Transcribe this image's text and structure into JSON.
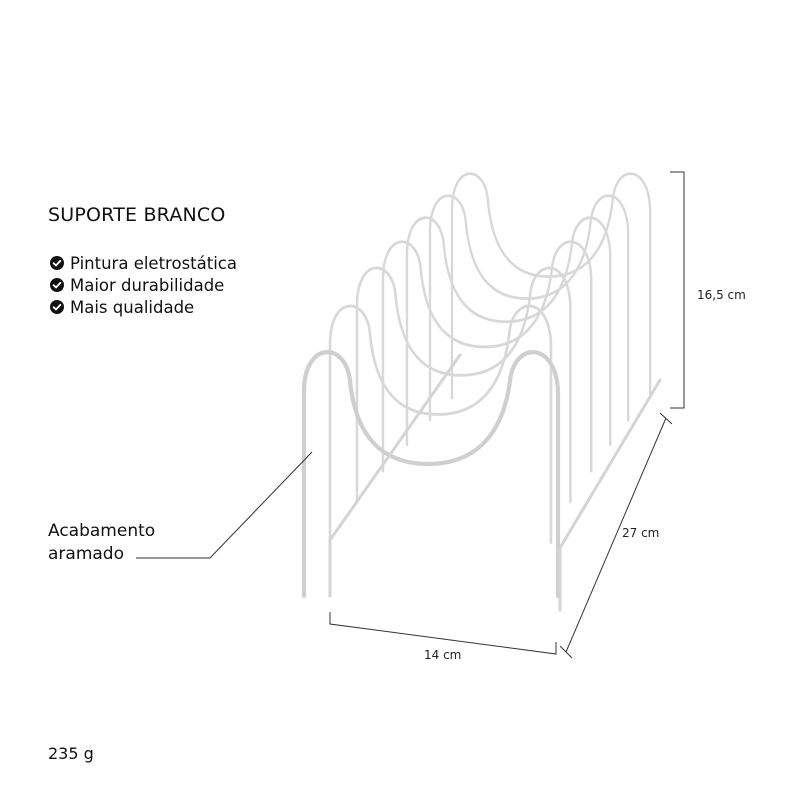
{
  "product": {
    "title": "SUPORTE BRANCO",
    "features": [
      "Pintura eletrostática",
      "Maior durabilidade",
      "Mais qualidade"
    ],
    "finish_label_line1": "Acabamento",
    "finish_label_line2": "aramado",
    "weight": "235 g"
  },
  "dimensions": {
    "height": "16,5 cm",
    "depth": "27 cm",
    "width": "14 cm"
  },
  "icons": {
    "feature_bullet": "check-circle-icon"
  },
  "colors": {
    "wire": "#cfcfcf",
    "text": "#111111",
    "dimension_line": "#333333"
  }
}
